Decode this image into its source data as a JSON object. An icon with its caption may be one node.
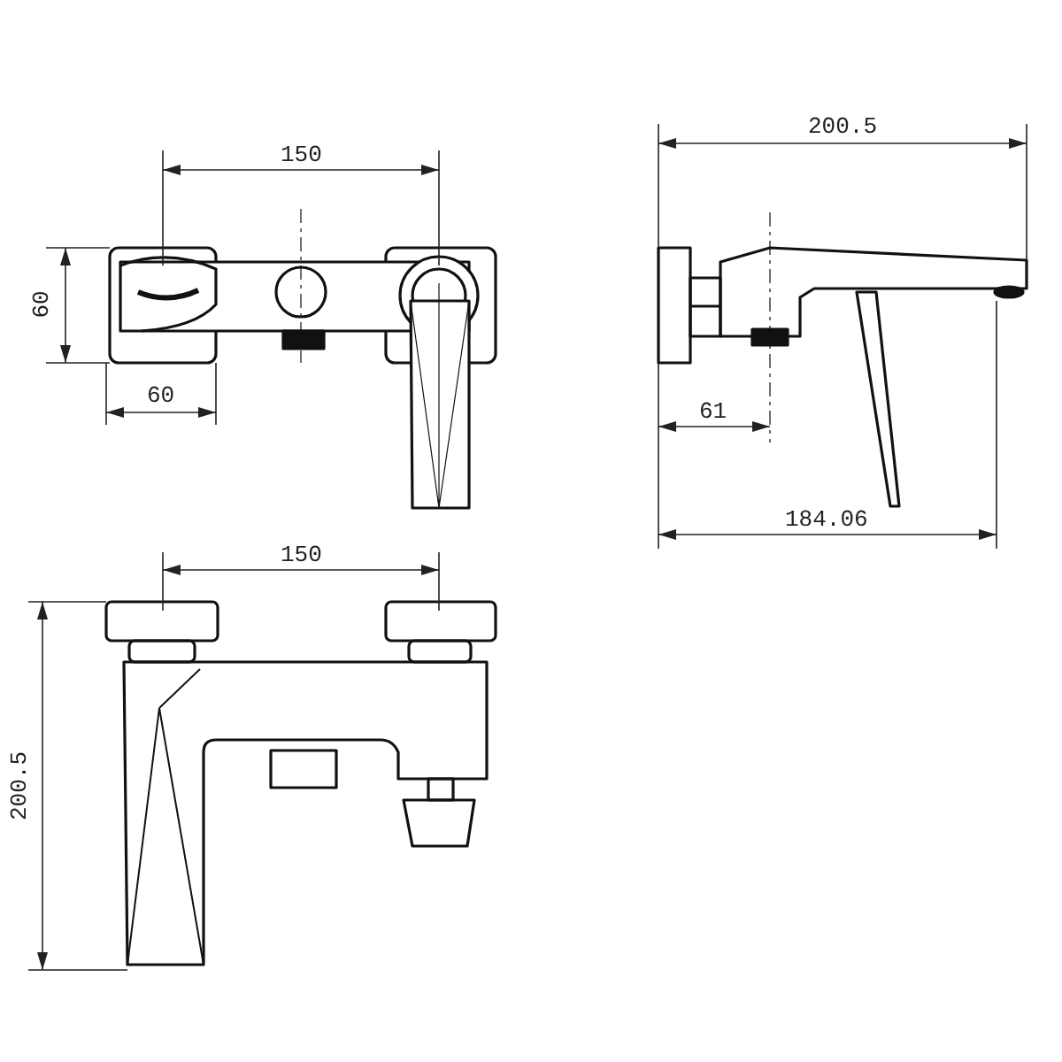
{
  "diagram": {
    "labels": [
      "200.5",
      "150",
      "60",
      "60",
      "61",
      "184.06",
      "150",
      "200.5"
    ]
  }
}
